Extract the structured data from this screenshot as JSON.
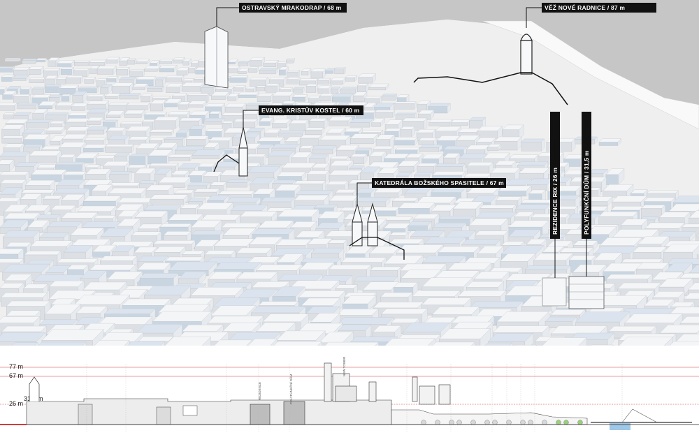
{
  "landmarks": [
    {
      "id": "mrakodrap",
      "label": "OSTRAVSKÝ MRAKODRAP / 68 m"
    },
    {
      "id": "radnice",
      "label": "VĚŽ NOVÉ RADNICE / 87 m"
    },
    {
      "id": "kostel",
      "label": "EVANG. KRISTŮV KOSTEL / 60 m"
    },
    {
      "id": "katedrala",
      "label": "KATEDRÁLA BOŽSKÉHO SPASITELE / 67 m"
    },
    {
      "id": "rix",
      "label": "REZIDENCE RIX / 26 m"
    },
    {
      "id": "polyfunkcni",
      "label": "POLYFUNKČNÍ DŮM / 31,5 m"
    }
  ],
  "section": {
    "levels": [
      {
        "id": "l77",
        "label": "77 m"
      },
      {
        "id": "l67",
        "label": "67 m"
      },
      {
        "id": "l26",
        "label": "26 m"
      }
    ],
    "height_label": "31,5 m",
    "callouts": [
      "REZIDENCE",
      "POLYFUNKČNÍ DŮM",
      "NEW TOWER"
    ]
  },
  "colors": {
    "ground": "#efefef",
    "building_roof": "#f4f5f7",
    "building_wall": "#dcdfe3",
    "glass": "#c9d6e2",
    "label_bg": "#111111",
    "level_line": "#d23a3a",
    "section_fill": "#ededed",
    "highlight_fill": "#bdbdbd"
  }
}
